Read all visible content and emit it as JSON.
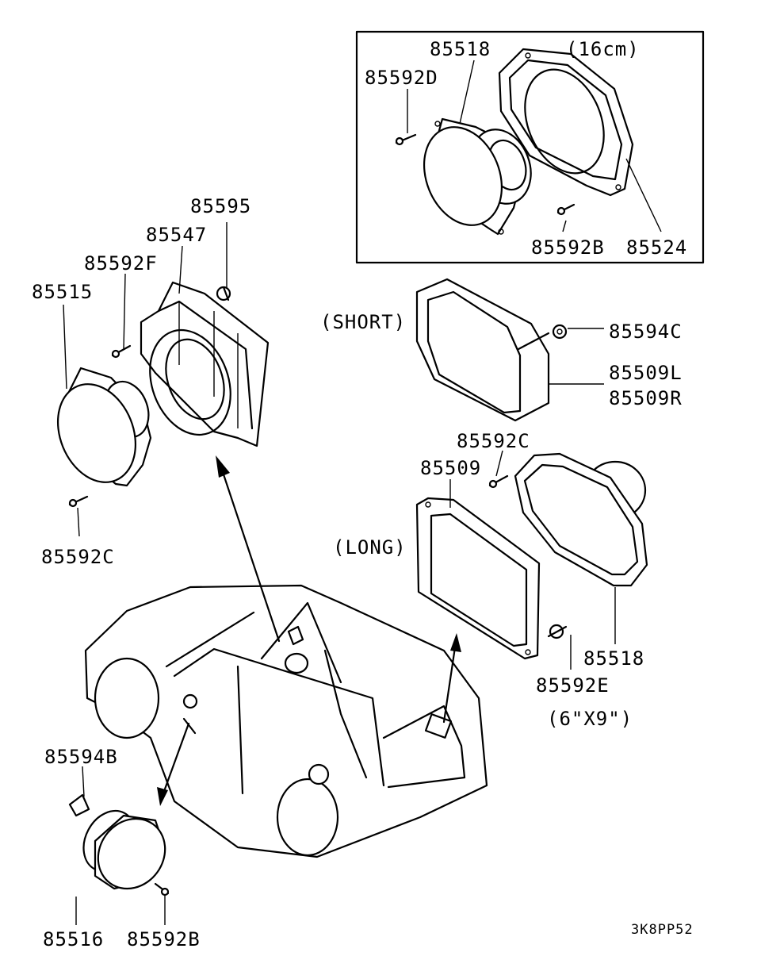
{
  "labels": {
    "p85518_top": "85518",
    "size_16cm": "(16cm)",
    "p85592D": "85592D",
    "p85592B_top": "85592B",
    "p85524": "85524",
    "p85595": "85595",
    "p85547": "85547",
    "p85592F": "85592F",
    "p85515": "85515",
    "p85592C_left": "85592C",
    "short": "(SHORT)",
    "p85594C": "85594C",
    "p85509L": "85509L",
    "p85509R": "85509R",
    "p85592C_right": "85592C",
    "p85509": "85509",
    "long": "(LONG)",
    "p85518_right": "85518",
    "p85592E": "85592E",
    "size_6x9": "(6\"X9\")",
    "p85594B": "85594B",
    "p85516": "85516",
    "p85592B_bottom": "85592B",
    "diagram_code": "3K8PP52"
  }
}
